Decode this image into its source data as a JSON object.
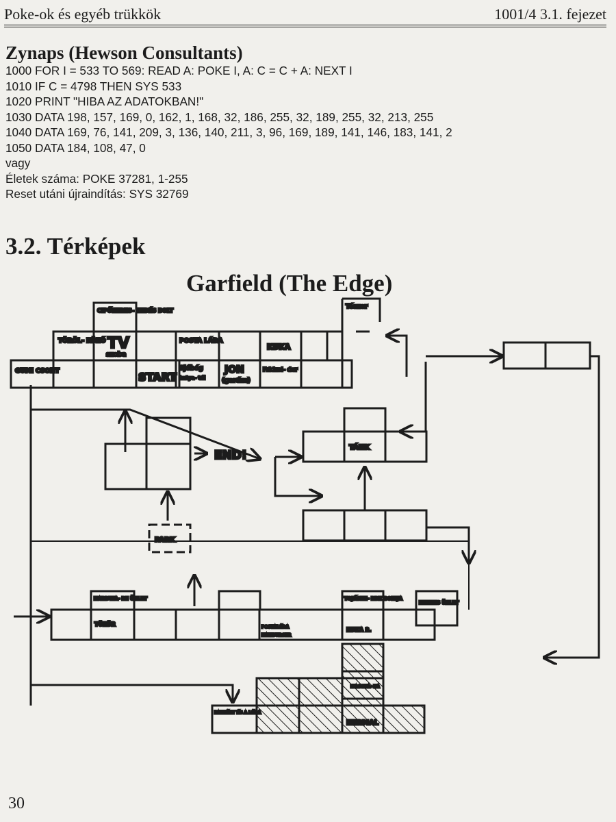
{
  "header": {
    "left": "Poke-ok és egyéb trükkök",
    "right": "1001/4  3.1. fejezet"
  },
  "game": {
    "title": "Zynaps (Hewson Consultants)",
    "lines": [
      "1000 FOR I = 533 TO 569: READ A: POKE I, A: C = C + A: NEXT I",
      "1010 IF C = 4798 THEN SYS 533",
      "1020 PRINT \"HIBA AZ ADATOKBAN!\"",
      "1030 DATA 198, 157, 169, 0, 162, 1, 168, 32, 186, 255, 32, 189, 255, 32, 213, 255",
      "1040 DATA 169, 76, 141, 209, 3, 136, 140, 211, 3, 96, 169, 189, 141, 146, 183, 141, 2",
      "1050 DATA 184, 108, 47, 0",
      "vagy",
      "Életek száma: POKE 37281, 1-255",
      "Reset utáni újraindítás: SYS 32769"
    ]
  },
  "section": {
    "title": "3.2. Térképek"
  },
  "map": {
    "title": "Garfield (The Edge)",
    "rooms": {
      "cipokereskedes": "CIPŐKERES- KEDÉS BOLT",
      "torolkozo": "TÖRÖL- KÖZŐ",
      "tv": "TV",
      "tv_sub": "szoba",
      "posta": "POSTA LÁDA",
      "kuka": "KUKA",
      "gumi": "GUMI CSONT",
      "start": "START",
      "sjobog": "Sjóbóg",
      "sjobog_sub": "kutya- tál",
      "jon": "JON",
      "jon_sub": "(garázs)",
      "fridzsider": "Fridzsi- der",
      "terer": "Tészer",
      "end": "END!",
      "park": "PARK",
      "tank": "TÁNK",
      "hardware": "HARDWA- RE ÜZLET",
      "tukor": "TÜKÖR",
      "postalada": "POSTALÁDA",
      "hamburger": "HAMBURGER",
      "tojas": "TOJÁSZE- RBK BOLTJA",
      "kuka2": "KUKA 2.",
      "hentes": "HENTES ÜZLET",
      "macska": "MACSKA- KA",
      "patkany": "PATKÁNY ÉS A LÁDA",
      "nermal": "NERMAL"
    }
  },
  "footer": {
    "page_number": "30"
  }
}
